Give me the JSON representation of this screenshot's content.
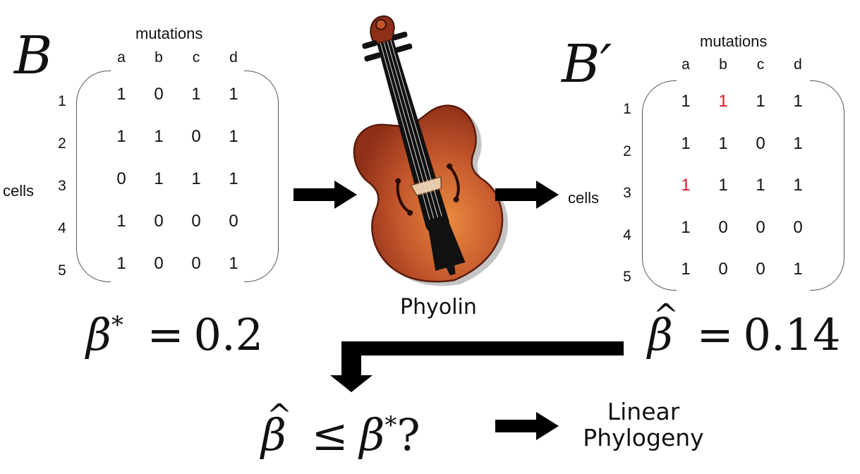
{
  "left_matrix": {
    "symbol": "B",
    "col_title": "mutations",
    "row_title": "cells",
    "columns": [
      "a",
      "b",
      "c",
      "d"
    ],
    "rows": [
      "1",
      "2",
      "3",
      "4",
      "5"
    ],
    "values": [
      [
        "1",
        "0",
        "1",
        "1"
      ],
      [
        "1",
        "1",
        "0",
        "1"
      ],
      [
        "0",
        "1",
        "1",
        "1"
      ],
      [
        "1",
        "0",
        "0",
        "0"
      ],
      [
        "1",
        "0",
        "0",
        "1"
      ]
    ]
  },
  "right_matrix": {
    "symbol": "B′",
    "col_title": "mutations",
    "row_title": "cells",
    "columns": [
      "a",
      "b",
      "c",
      "d"
    ],
    "rows": [
      "1",
      "2",
      "3",
      "4",
      "5"
    ],
    "values": [
      [
        "1",
        "1",
        "1",
        "1"
      ],
      [
        "1",
        "1",
        "0",
        "1"
      ],
      [
        "1",
        "1",
        "1",
        "1"
      ],
      [
        "1",
        "0",
        "0",
        "0"
      ],
      [
        "1",
        "0",
        "0",
        "1"
      ]
    ],
    "highlighted_cells": [
      [
        0,
        1
      ],
      [
        2,
        0
      ]
    ],
    "highlight_color": "#d9171e"
  },
  "tool": {
    "name": "Phyolin",
    "icon": "violin-icon"
  },
  "beta_star_eq": {
    "symbol": "β",
    "sup": "*",
    "op": "=",
    "value": "0.2"
  },
  "beta_hat_eq": {
    "symbol": "β",
    "op": "=",
    "value": "0.14"
  },
  "question": {
    "lhs": "β",
    "op": "≤",
    "rhs": "β",
    "sup": "*",
    "end": "?"
  },
  "result": {
    "line1": "Linear",
    "line2": "Phylogeny"
  },
  "colors": {
    "arrow": "#000000",
    "violin_body": "#b5462a",
    "violin_highlight": "#e8893f"
  }
}
